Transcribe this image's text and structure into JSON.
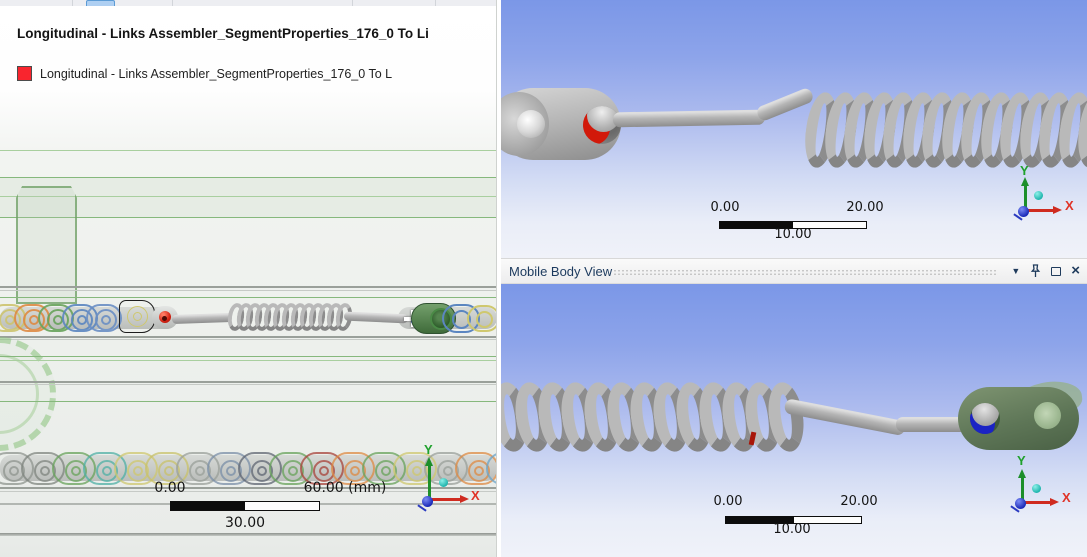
{
  "toolbar": {
    "active_tab_color": "#5b9bd5"
  },
  "left_view": {
    "title": "Longitudinal - Links Assembler_SegmentProperties_176_0 To Li",
    "legend": {
      "color": "#f9252e",
      "label": "Longitudinal - Links Assembler_SegmentProperties_176_0 To L"
    },
    "ruler": {
      "start": "0.00",
      "mid": "30.00",
      "end": "60.00 (mm)"
    },
    "triad": {
      "x": "X",
      "y": "Y"
    },
    "mid_chain": {
      "link_colors": [
        "#cdc46f",
        "#de8a43",
        "#68a35b",
        "#5b86c0",
        "#6b8fc4"
      ],
      "coil_turns": 13
    },
    "bottom_chain": {
      "link_colors": [
        "#8f958f",
        "#7f857f",
        "#68a35b",
        "#4fb0a5",
        "#cfc86e",
        "#c9c26a",
        "#9aa09a",
        "#7a8fa8",
        "#5f6673",
        "#68a35b",
        "#a8433a",
        "#de8a43",
        "#68a35b",
        "#cfc86e",
        "#9aa09a",
        "#de8a43",
        "#6aa3c8"
      ]
    }
  },
  "top_right_view": {
    "ruler": {
      "start": "0.00",
      "mid": "10.00",
      "end": "20.00"
    },
    "triad": {
      "x": "X",
      "y": "Y"
    },
    "coil_turns": 15
  },
  "mobile_body_view": {
    "title": "Mobile Body View",
    "controls": {
      "dropdown": "▼",
      "pin": "pin",
      "maximize": "maximize",
      "close": "×"
    }
  },
  "bottom_right_view": {
    "ruler": {
      "start": "0.00",
      "mid": "10.00",
      "end": "20.00"
    },
    "triad": {
      "x": "X",
      "y": "Y"
    },
    "coil_turns": 13
  }
}
